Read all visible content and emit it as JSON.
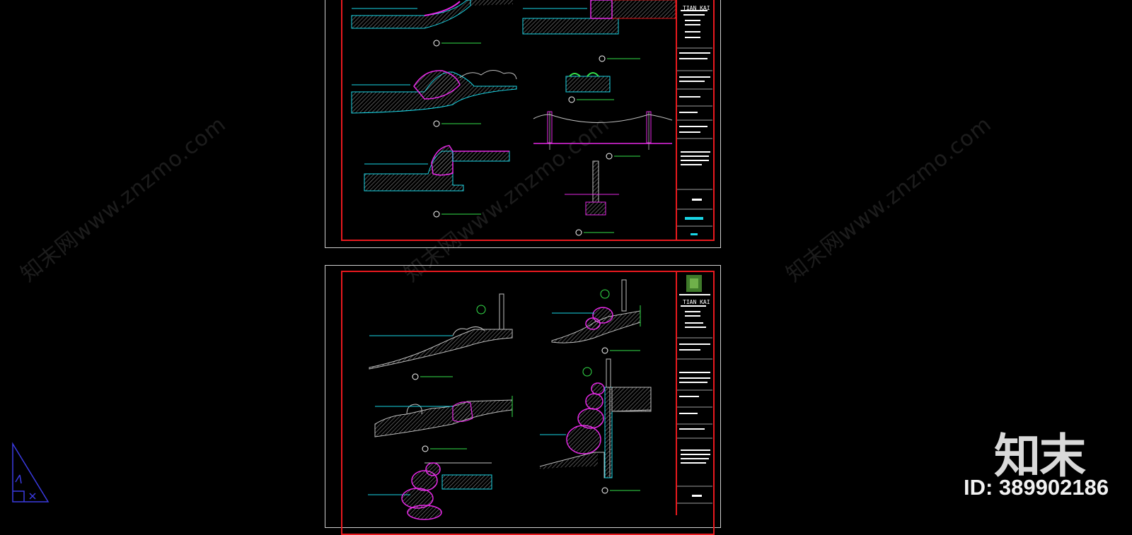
{
  "watermarks": [
    {
      "text": "知末网www.znzmo.com"
    },
    {
      "text": "知末网www.znzmo.com"
    },
    {
      "text": "知末网www.znzmo.com"
    }
  ],
  "brand": {
    "logo_text": "知末",
    "id_text": "ID: 389902186"
  },
  "sheets": [
    {
      "company_abbrev": "TIAN KAI"
    },
    {
      "company_abbrev": "TIAN KAI"
    }
  ],
  "colors": {
    "background": "#000000",
    "border": "#e8191e",
    "hatch": "#bfbfbf",
    "cyan": "#19d6e6",
    "magenta": "#e628e6",
    "green": "#34e04a",
    "blue": "#3a3ae0"
  },
  "icons": [
    "ucs-icon"
  ]
}
